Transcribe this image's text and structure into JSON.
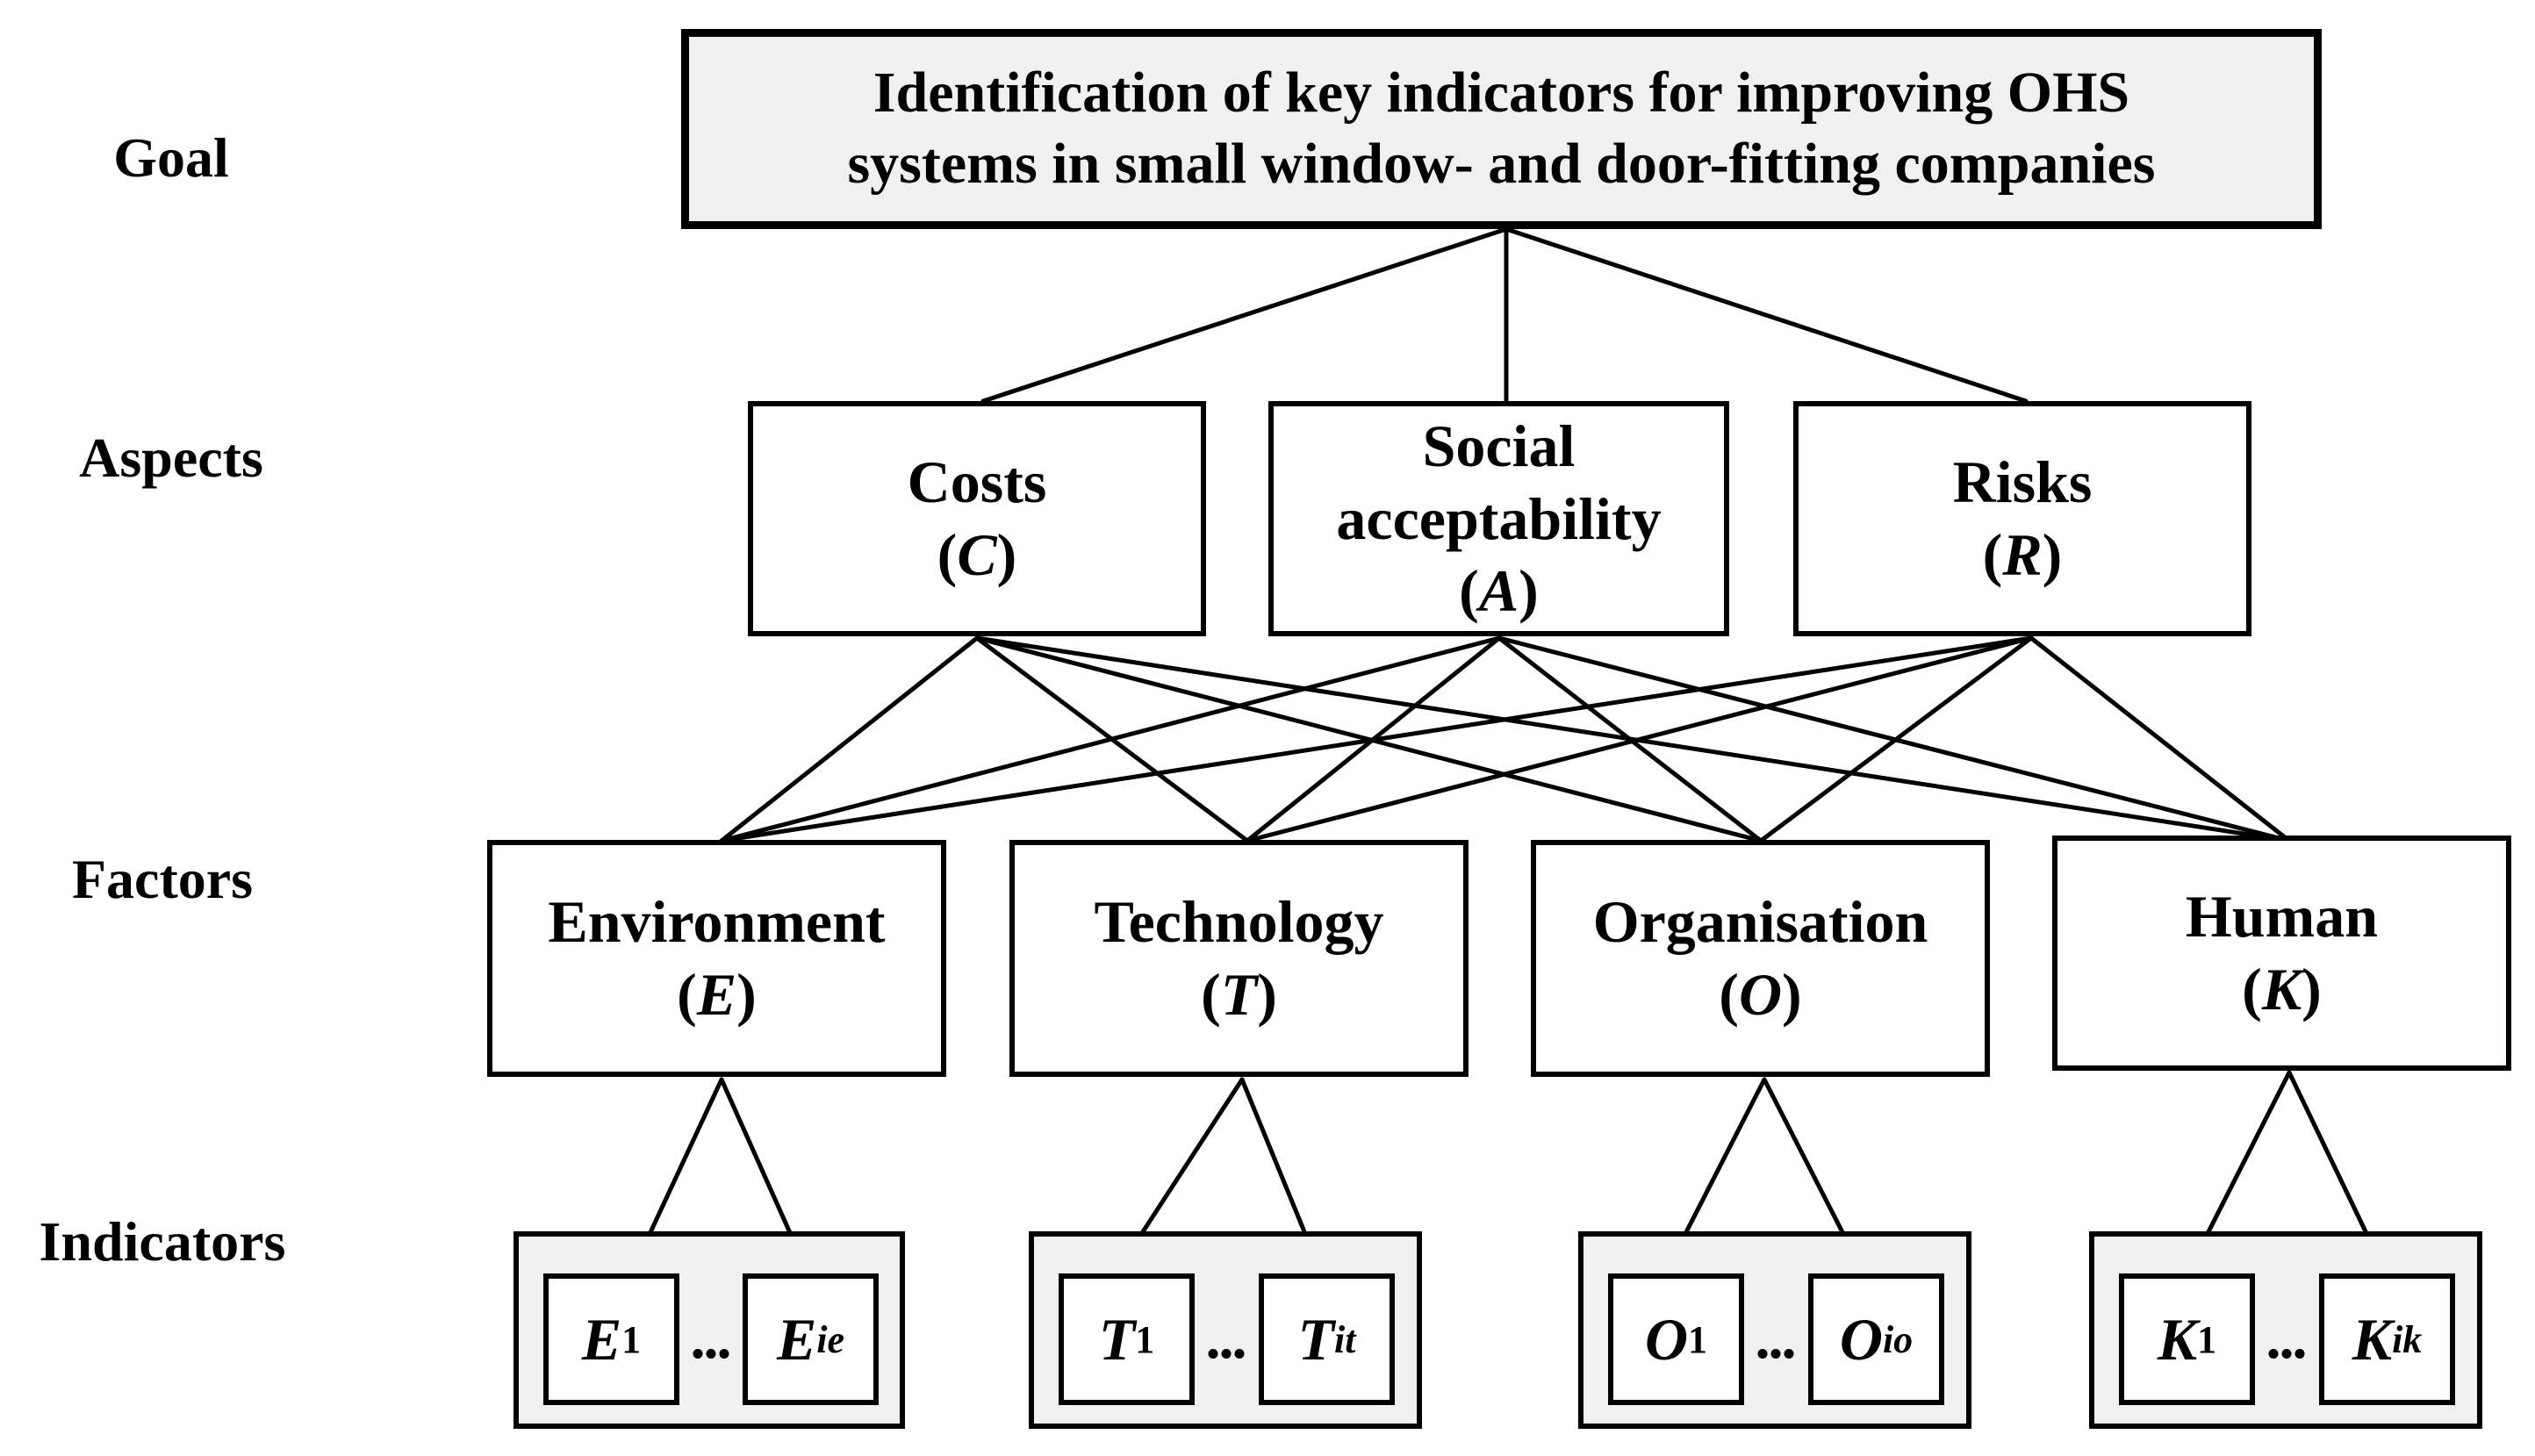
{
  "levels": {
    "goal": "Goal",
    "aspects": "Aspects",
    "factors": "Factors",
    "indicators": "Indicators"
  },
  "goal": {
    "line1": "Identification of key indicators for improving OHS",
    "line2": "systems in small window- and door-fitting companies"
  },
  "aspects": [
    {
      "lines": [
        "Costs"
      ],
      "symbol": "C"
    },
    {
      "lines": [
        "Social",
        "acceptability"
      ],
      "symbol": "A"
    },
    {
      "lines": [
        "Risks"
      ],
      "symbol": "R"
    }
  ],
  "factors": [
    {
      "name": "Environment",
      "symbol": "E"
    },
    {
      "name": "Technology",
      "symbol": "T"
    },
    {
      "name": "Organisation",
      "symbol": "O"
    },
    {
      "name": "Human",
      "symbol": "K"
    }
  ],
  "indicators": [
    {
      "letter": "E",
      "first_sub": "1",
      "last_sub": "ie"
    },
    {
      "letter": "T",
      "first_sub": "1",
      "last_sub": "it"
    },
    {
      "letter": "O",
      "first_sub": "1",
      "last_sub": "io"
    },
    {
      "letter": "K",
      "first_sub": "1",
      "last_sub": "ik"
    }
  ],
  "ellipsis": "...",
  "paren_open": "(",
  "paren_close": ")",
  "colors": {
    "line": "#000000",
    "box_fill": "#ffffff",
    "group_fill": "#f0f0f0"
  }
}
